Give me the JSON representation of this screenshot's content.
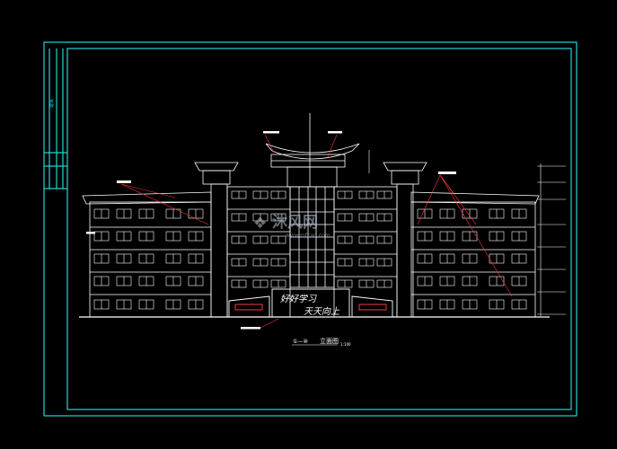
{
  "title_block": {
    "label": "建筑"
  },
  "banner": {
    "line1": "好好学习",
    "line2": "天天向上"
  },
  "drawing_title": {
    "axes": "①—⑩",
    "name": "立面图",
    "scale": "1:100"
  },
  "watermark": {
    "brand": "沐风网",
    "url": "www.mfcad.com"
  },
  "colors": {
    "border": "#21d4d4",
    "lines": "#ffffff",
    "accent": "#ff3333",
    "background": "#000000"
  }
}
